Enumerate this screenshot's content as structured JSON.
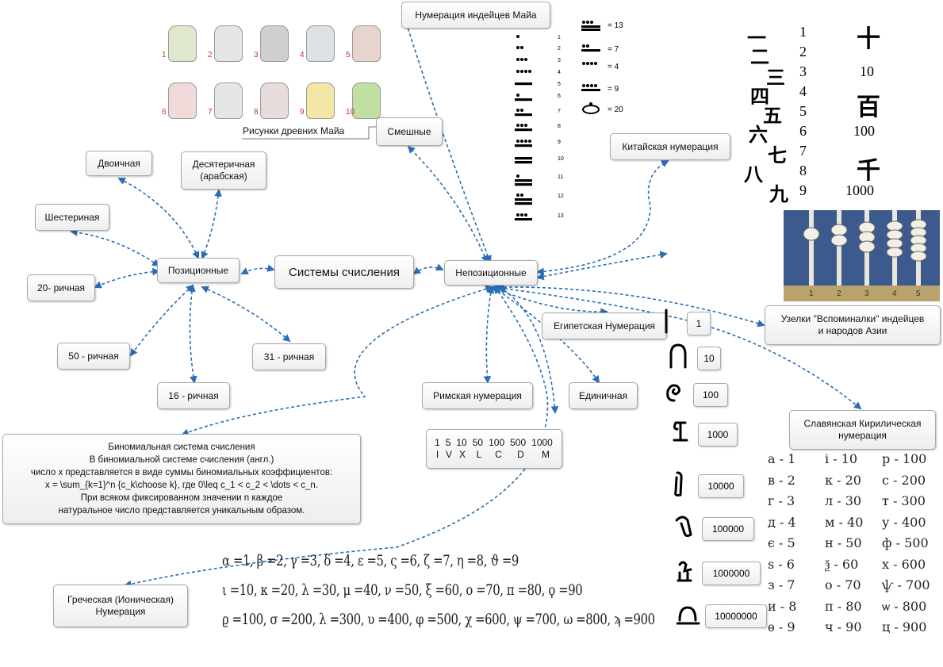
{
  "nodes": {
    "center": "Системы счисления",
    "positional": "Позиционные",
    "nonpositional": "Непозиционные",
    "binary": "Двоичная",
    "decimal": "Десятеричная\n(арабская)",
    "senary": "Шестериная",
    "vigesimal": "20- ричная",
    "base50": "50 - ричная",
    "base16": "16 - ричная",
    "base31": "31 - ричная",
    "maya": "Нумерация индейцев Майа",
    "funny": "Смешные",
    "chinese": "Китайская нумерация",
    "egyptian": "Египетская Нумерация",
    "roman": "Римская нумерация",
    "unary": "Единичная",
    "knots": "Узелки \"Вспоминалки\" индейцев\nи народов Азии",
    "slavic": "Славянская Кирилическая\nнумерация",
    "binomial": "Биномиальная система счисления\nВ биномиальной системе счисления (англ.)\nчисло x представляется в виде суммы биномиальных коэффициентов:\nx = \\sum_{k=1}^n {c_k\\choose k}, где 0\\leq c_1 < c_2 < \\dots < c_n.\nПри всяком фиксированном значении n каждое\nнатуральное число представляется уникальным образом.",
    "greek": "Греческая (Ионическая)\nНумерация"
  },
  "maya_drawings_caption": "Рисунки древних Майа",
  "maya_drawing_labels": [
    "1",
    "2",
    "3",
    "4",
    "5",
    "6",
    "7",
    "8",
    "9",
    "10"
  ],
  "roman_table": {
    "arabic": [
      "1",
      "5",
      "10",
      "50",
      "100",
      "500",
      "1000"
    ],
    "roman": [
      "I",
      "V",
      "X",
      "L",
      "C",
      "D",
      "M"
    ]
  },
  "egyptian_values": [
    "1",
    "10",
    "100",
    "1000",
    "10000",
    "100000",
    "1000000",
    "10000000"
  ],
  "maya_column_numbers": [
    "1",
    "2",
    "3",
    "4",
    "5",
    "6",
    "7",
    "8",
    "9",
    "10",
    "11",
    "12",
    "13"
  ],
  "maya_examples": [
    "= 13",
    "= 7",
    "= 4",
    "= 9",
    "= 20"
  ],
  "chinese": {
    "digits": [
      "一",
      "二",
      "三",
      "四",
      "五",
      "六",
      "七",
      "八",
      "九"
    ],
    "arabic": [
      "1",
      "2",
      "3",
      "4",
      "5",
      "6",
      "7",
      "8",
      "9"
    ],
    "powers": [
      "十",
      "百",
      "千"
    ],
    "power_values": [
      "10",
      "100",
      "1000"
    ]
  },
  "knot_numbers": [
    "1",
    "2",
    "3",
    "4",
    "5"
  ],
  "slavic_rows": [
    [
      "а - 1",
      "і - 10",
      "р - 100"
    ],
    [
      "в - 2",
      "к - 20",
      "с - 200"
    ],
    [
      "г - 3",
      "л - 30",
      "т - 300"
    ],
    [
      "д - 4",
      "м - 40",
      "у - 400"
    ],
    [
      "є - 5",
      "н - 50",
      "ф - 500"
    ],
    [
      "ѕ - 6",
      "ѯ - 60",
      "х - 600"
    ],
    [
      "з - 7",
      "о - 70",
      "ѱ - 700"
    ],
    [
      "и - 8",
      "п - 80",
      "ѡ - 800"
    ],
    [
      "ѳ - 9",
      "ч - 90",
      "ц - 900"
    ]
  ],
  "greek_rows": [
    "α =1, β =2, γ =3, δ =4, ε =5, ς =6, ζ =7, η =8, ϑ =9",
    "ι =10, κ =20, λ =30, μ =40, ν =50, ξ =60, ο =70, π =80, ϙ =90",
    "ϱ =100, σ =200, λ =300, υ =400, φ =500, χ =600, ψ =700, ω =800, ϡ =900"
  ],
  "colors": {
    "link": "#2a6db5",
    "node_border": "#a8a8a8",
    "maya_label": "#c0392b"
  }
}
